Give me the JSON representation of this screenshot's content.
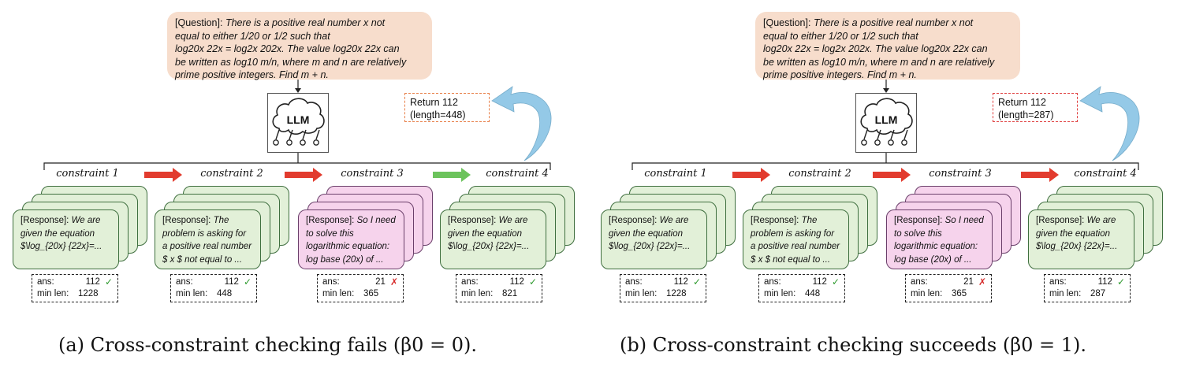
{
  "panels": [
    {
      "question": {
        "prefix": "[Question]:",
        "line1": "There is a positive real number x not",
        "line2": "equal to either 1/20 or 1/2 such that",
        "line3": "log20x 22x = log2x 202x. The value log20x 22x can",
        "line4": "be written as log10 m/n, where m and n are relatively",
        "line5": "prime positive integers. Find m + n."
      },
      "llm_label": "LLM",
      "return_line1": "Return 112",
      "return_line2": "(length=448)",
      "return_color": "#e8804a",
      "constraints": [
        "constraint 1",
        "constraint 2",
        "constraint 3",
        "constraint 4"
      ],
      "arrow_colors": [
        "#e23b2e",
        "#e23b2e",
        "#6cc35c"
      ],
      "responses": [
        {
          "prefix": "[Response]:",
          "l1": "We are",
          "l2": "given the equation",
          "l3": "$\\log_{20x} {22x}=...",
          "l4": "",
          "color": "green"
        },
        {
          "prefix": "[Response]:",
          "l1": "The",
          "l2": "problem is asking for",
          "l3": "a positive real number",
          "l4": "$ x $ not equal to ...",
          "color": "green"
        },
        {
          "prefix": "[Response]:",
          "l1": "So I need",
          "l2": "to solve this",
          "l3": "logarithmic equation:",
          "l4": "log base (20x) of ...",
          "color": "pink"
        },
        {
          "prefix": "[Response]:",
          "l1": "We are",
          "l2": "given the equation",
          "l3": "$\\log_{20x} {22x}=...",
          "l4": "",
          "color": "green"
        }
      ],
      "stats": [
        {
          "ans_label": "ans:",
          "ans": "112",
          "mark": "✓",
          "len_label": "min len:",
          "len": "1228"
        },
        {
          "ans_label": "ans:",
          "ans": "112",
          "mark": "✓",
          "len_label": "min len:",
          "len": "448"
        },
        {
          "ans_label": "ans:",
          "ans": "21",
          "mark": "✗",
          "len_label": "min len:",
          "len": "365"
        },
        {
          "ans_label": "ans:",
          "ans": "112",
          "mark": "✓",
          "len_label": "min len:",
          "len": "821"
        }
      ],
      "caption": "(a) Cross-constraint checking fails (β0 = 0)."
    },
    {
      "question": {
        "prefix": "[Question]:",
        "line1": "There is a positive real number x not",
        "line2": "equal to either 1/20 or 1/2 such that",
        "line3": "log20x 22x = log2x 202x. The value log20x 22x can",
        "line4": "be written as log10 m/n, where m and n are relatively",
        "line5": "prime positive integers. Find m + n."
      },
      "llm_label": "LLM",
      "return_line1": "Return 112",
      "return_line2": "(length=287)",
      "return_color": "#e04040",
      "constraints": [
        "constraint 1",
        "constraint 2",
        "constraint 3",
        "constraint 4"
      ],
      "arrow_colors": [
        "#e23b2e",
        "#e23b2e",
        "#e23b2e"
      ],
      "responses": [
        {
          "prefix": "[Response]:",
          "l1": "We are",
          "l2": "given the equation",
          "l3": "$\\log_{20x} {22x}=...",
          "l4": "",
          "color": "green"
        },
        {
          "prefix": "[Response]:",
          "l1": "The",
          "l2": "problem is asking for",
          "l3": "a positive real number",
          "l4": "$ x $ not equal to ...",
          "color": "green"
        },
        {
          "prefix": "[Response]:",
          "l1": "So I need",
          "l2": "to solve this",
          "l3": "logarithmic equation:",
          "l4": "log base (20x) of ...",
          "color": "pink"
        },
        {
          "prefix": "[Response]:",
          "l1": "We are",
          "l2": "given the equation",
          "l3": "$\\log_{20x} {22x}=...",
          "l4": "",
          "color": "green"
        }
      ],
      "stats": [
        {
          "ans_label": "ans:",
          "ans": "112",
          "mark": "✓",
          "len_label": "min len:",
          "len": "1228"
        },
        {
          "ans_label": "ans:",
          "ans": "112",
          "mark": "✓",
          "len_label": "min len:",
          "len": "448"
        },
        {
          "ans_label": "ans:",
          "ans": "21",
          "mark": "✗",
          "len_label": "min len:",
          "len": "365"
        },
        {
          "ans_label": "ans:",
          "ans": "112",
          "mark": "✓",
          "len_label": "min len:",
          "len": "287"
        }
      ],
      "caption": "(b) Cross-constraint checking succeeds (β0 = 1)."
    }
  ]
}
